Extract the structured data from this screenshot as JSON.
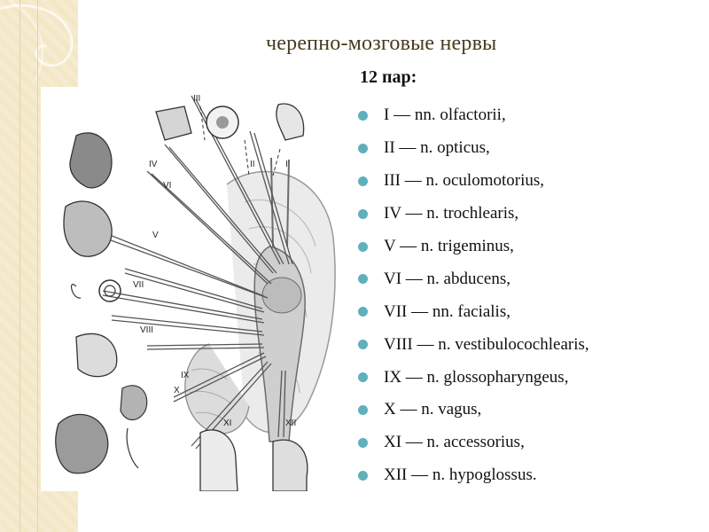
{
  "slide": {
    "title": "черепно-мозговые  нервы",
    "pairs_heading": "12 пар:",
    "nerves": [
      "I — nn. olfactorii,",
      "II — n. opticus,",
      "III — n. oculomotorius,",
      "IV — n. trochlearis,",
      "V — n. trigeminus,",
      "VI — n. abducens,",
      "VII — nn. facialis,",
      "VIII — n. vestibulocochlearis,",
      " IX — n. glossopharyngeus,",
      "X — n. vagus,",
      "XI — n. accessorius,",
      " XII — n. hypoglossus."
    ]
  },
  "illustration": {
    "labels": [
      "III",
      "IV",
      "VI",
      "II",
      "I",
      "V",
      "VII",
      "VIII",
      "IX",
      "X",
      "XI",
      "XII"
    ]
  },
  "colors": {
    "bullet": "#5fb0ba",
    "side_band": "#f3e7c6",
    "title": "#4a3a1f"
  }
}
